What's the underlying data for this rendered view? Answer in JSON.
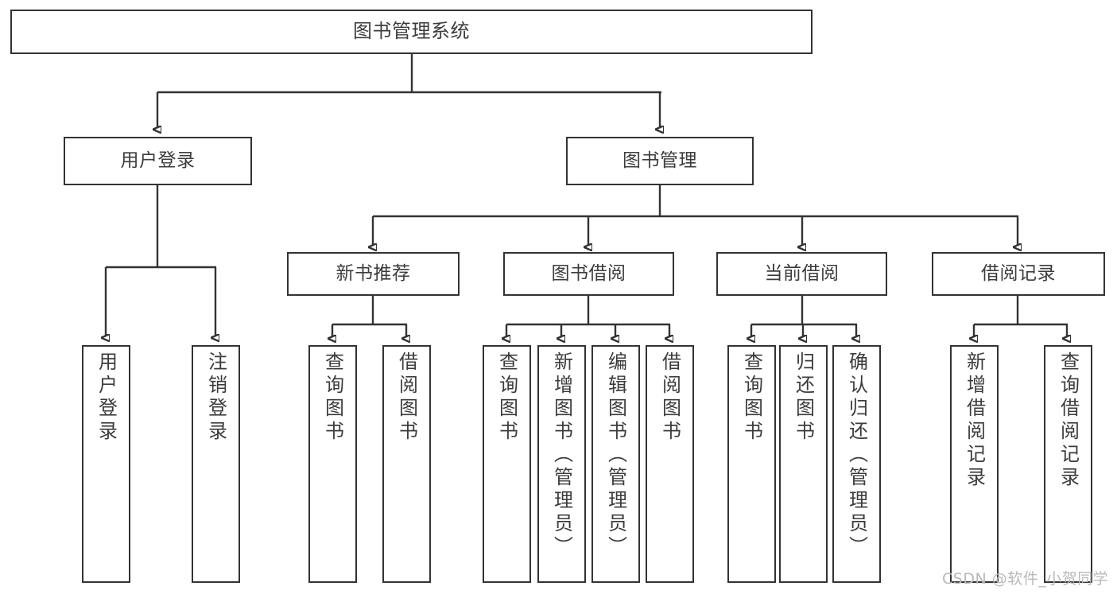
{
  "diagram": {
    "type": "tree-hierarchy",
    "title": "图书管理系统",
    "watermark": "CSDN @软件_小贺同学",
    "colors": {
      "box_border": "#333333",
      "box_fill": "#ffffff",
      "text": "#3c3c3c",
      "connector": "#333333",
      "watermark": "#b8b8b8",
      "background": "#ffffff"
    },
    "nodes": {
      "root": {
        "label": "图书管理系统"
      },
      "level2": [
        {
          "id": "user-login",
          "label": "用户登录"
        },
        {
          "id": "book-management",
          "label": "图书管理"
        }
      ],
      "level3": [
        {
          "id": "new-book-recommend",
          "label": "新书推荐"
        },
        {
          "id": "book-borrow",
          "label": "图书借阅"
        },
        {
          "id": "current-borrow",
          "label": "当前借阅"
        },
        {
          "id": "borrow-record",
          "label": "借阅记录"
        }
      ],
      "leaves": {
        "user-login": [
          {
            "id": "leaf-user-login",
            "label": "用户登录"
          },
          {
            "id": "leaf-logout-login",
            "label": "注销登录"
          }
        ],
        "new-book-recommend": [
          {
            "id": "leaf-query-book-1",
            "label": "查询图书"
          },
          {
            "id": "leaf-borrow-book-1",
            "label": "借阅图书"
          }
        ],
        "book-borrow": [
          {
            "id": "leaf-query-book-2",
            "label": "查询图书"
          },
          {
            "id": "leaf-add-book",
            "label": "新增图书（管理员）"
          },
          {
            "id": "leaf-edit-book",
            "label": "编辑图书（管理员）"
          },
          {
            "id": "leaf-borrow-book-2",
            "label": "借阅图书"
          }
        ],
        "current-borrow": [
          {
            "id": "leaf-query-book-3",
            "label": "查询图书"
          },
          {
            "id": "leaf-return-book",
            "label": "归还图书"
          },
          {
            "id": "leaf-confirm-return",
            "label": "确认归还（管理员）"
          }
        ],
        "borrow-record": [
          {
            "id": "leaf-add-record",
            "label": "新增借阅记录"
          },
          {
            "id": "leaf-query-record",
            "label": "查询借阅记录"
          }
        ]
      }
    },
    "edges": [
      {
        "from": "root",
        "to": "user-login"
      },
      {
        "from": "root",
        "to": "book-management"
      },
      {
        "from": "user-login",
        "to": "leaf-user-login"
      },
      {
        "from": "user-login",
        "to": "leaf-logout-login"
      },
      {
        "from": "book-management",
        "to": "new-book-recommend"
      },
      {
        "from": "book-management",
        "to": "book-borrow"
      },
      {
        "from": "book-management",
        "to": "current-borrow"
      },
      {
        "from": "book-management",
        "to": "borrow-record"
      },
      {
        "from": "new-book-recommend",
        "to": "leaf-query-book-1"
      },
      {
        "from": "new-book-recommend",
        "to": "leaf-borrow-book-1"
      },
      {
        "from": "book-borrow",
        "to": "leaf-query-book-2"
      },
      {
        "from": "book-borrow",
        "to": "leaf-add-book"
      },
      {
        "from": "book-borrow",
        "to": "leaf-edit-book"
      },
      {
        "from": "book-borrow",
        "to": "leaf-borrow-book-2"
      },
      {
        "from": "current-borrow",
        "to": "leaf-query-book-3"
      },
      {
        "from": "current-borrow",
        "to": "leaf-return-book"
      },
      {
        "from": "current-borrow",
        "to": "leaf-confirm-return"
      },
      {
        "from": "borrow-record",
        "to": "leaf-add-record"
      },
      {
        "from": "borrow-record",
        "to": "leaf-query-record"
      }
    ]
  }
}
